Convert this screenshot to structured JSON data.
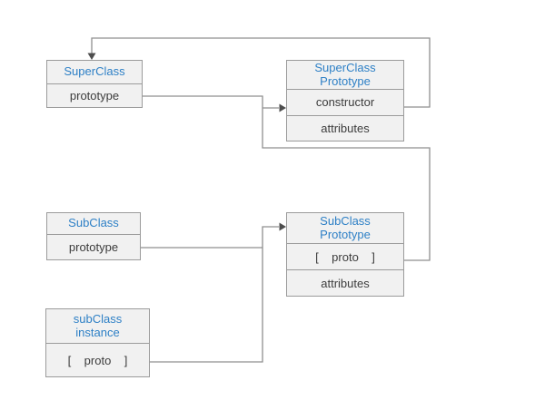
{
  "diagram": {
    "description": "Prototype chain diagram: SuperClass / SubClass prototypes and instance",
    "background": "#FFFFFF"
  },
  "boxes": {
    "superclass": {
      "title": "SuperClass",
      "rows": [
        "prototype"
      ]
    },
    "superclass_prototype": {
      "title_lines": [
        "SuperClass",
        "Prototype"
      ],
      "rows": [
        "constructor",
        "attributes"
      ]
    },
    "subclass": {
      "title": "SubClass",
      "rows": [
        "prototype"
      ]
    },
    "subclass_prototype": {
      "title_lines": [
        "SubClass",
        "Prototype"
      ],
      "rows": [
        "[    proto    ]",
        "attributes"
      ]
    },
    "subclass_instance": {
      "title_lines": [
        "subClass",
        "instance"
      ],
      "rows": [
        "[    proto    ]"
      ]
    }
  },
  "connectors": [
    {
      "from": "SuperClass Prototype.constructor",
      "to": "SuperClass",
      "arrow": "into top of SuperClass"
    },
    {
      "from": "SuperClass.prototype",
      "to": "SuperClass Prototype.constructor",
      "arrow": "into left of constructor row"
    },
    {
      "from": "SubClass Prototype.[ proto ]",
      "to": "SuperClass Prototype.constructor",
      "arrow": "merges into constructor arrow"
    },
    {
      "from": "SubClass.prototype",
      "to": "SubClass Prototype",
      "arrow": "into left of SubClass Prototype"
    },
    {
      "from": "subClass instance.[ proto ]",
      "to": "SubClass Prototype",
      "arrow": "into left of SubClass Prototype"
    }
  ],
  "colors": {
    "title_text": "#2E80C6",
    "row_text": "#3C3C3C",
    "box_fill": "#F1F1F1",
    "box_border": "#9B9B9B",
    "connector_line": "#8F8F8F",
    "arrowhead": "#4D4D4D",
    "background": "#FFFFFF"
  }
}
